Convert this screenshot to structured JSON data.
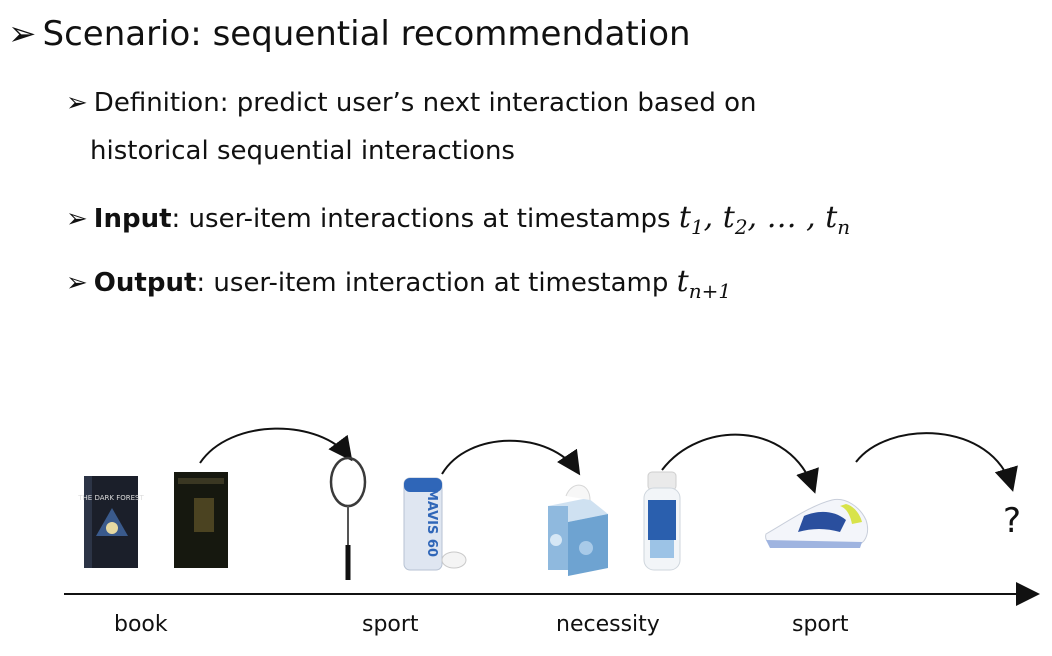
{
  "slide": {
    "heading": "Scenario: sequential recommendation",
    "definition_line1": "Definition: predict user’s next interaction based on",
    "definition_line2": "historical sequential interactions",
    "input_label": "Input",
    "input_text": ": user-item interactions at timestamps ",
    "input_math": {
      "t1": "t",
      "t1_sub": "1",
      "t2": "t",
      "t2_sub": "2",
      "ellipsis": ", … , ",
      "tn": "t",
      "tn_sub": "n"
    },
    "output_label": "Output",
    "output_text": ": user-item interaction at timestamp ",
    "output_math": {
      "t": "t",
      "sub": "n+1"
    }
  },
  "timeline": {
    "categories": [
      "book",
      "sport",
      "necessity",
      "sport"
    ],
    "unknown": "?",
    "items": [
      {
        "name": "book",
        "caption": "THE DARK FOREST"
      },
      {
        "name": "book"
      },
      {
        "name": "badminton-racket"
      },
      {
        "name": "shuttlecock-tube",
        "caption": "MAVIS 60"
      },
      {
        "name": "tissue-box"
      },
      {
        "name": "shampoo-bottle"
      },
      {
        "name": "sports-shoe"
      }
    ]
  },
  "colors": {
    "text": "#111111",
    "book_cover": "#1b1f2a",
    "shuttle_blue": "#2f66b8",
    "tissue_blue": "#8fb9de",
    "shoe_accent": "#2a4f9e",
    "shoe_highlight": "#d8e34a"
  }
}
